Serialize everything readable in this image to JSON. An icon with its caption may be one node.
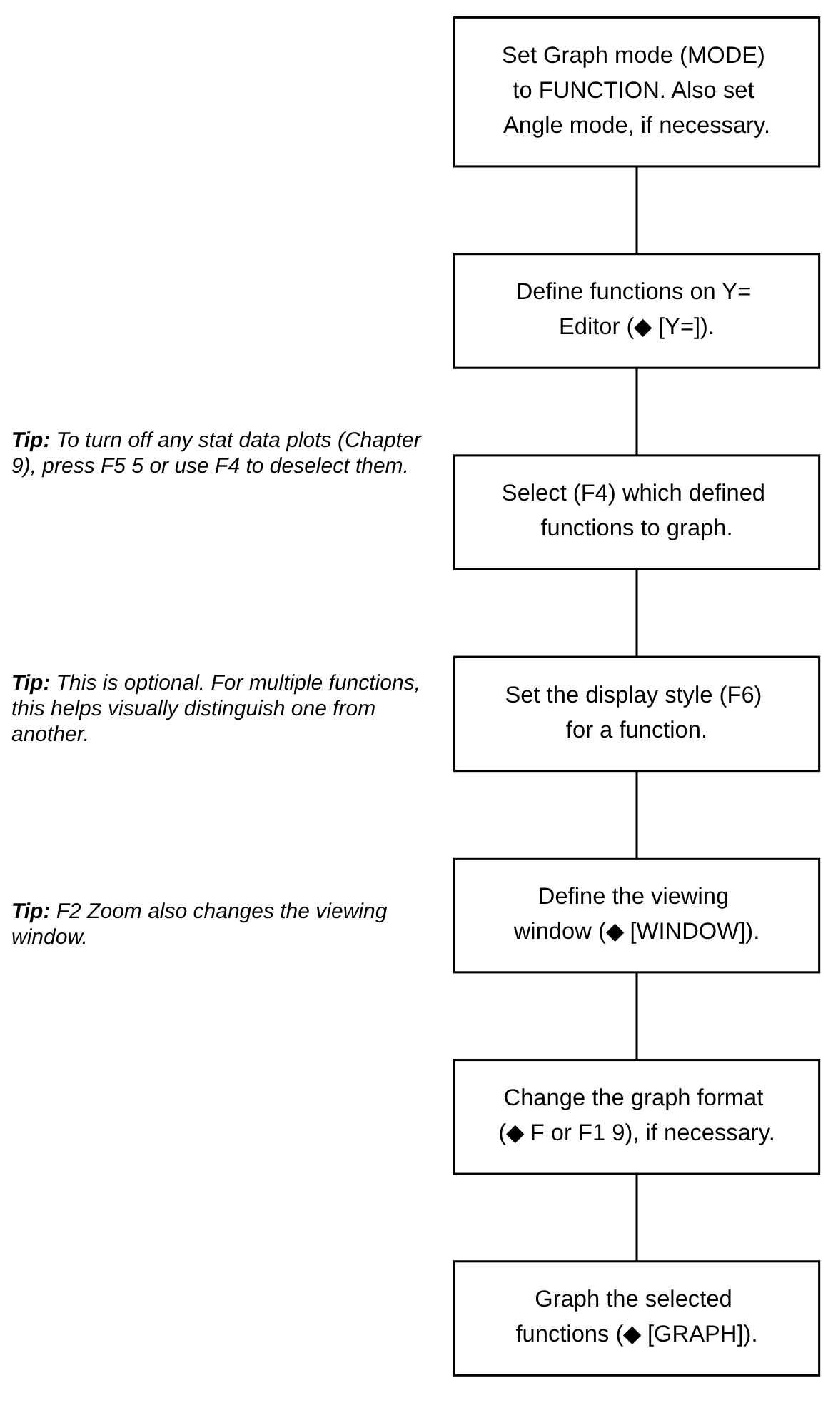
{
  "diagram": {
    "nodes": [
      {
        "text": [
          "Set Graph mode (MODE) to FUNCTION. Also set Angle mode, if necessary."
        ]
      },
      {
        "text": [
          "Define functions on Y= Editor (◆ [Y=])."
        ]
      },
      {
        "text": [
          "Select (F4) which defined functions to graph."
        ]
      },
      {
        "text": [
          "Set the display style (F6) for a function."
        ]
      },
      {
        "text": [
          "Define the viewing window (◆ [WINDOW])."
        ]
      },
      {
        "text": [
          "Change the graph format (◆ F or F1 9), if necessary."
        ]
      },
      {
        "text": [
          "Graph the selected functions (◆ [GRAPH])."
        ]
      }
    ],
    "edges": [
      {
        "from": 0,
        "to": 1,
        "arrow": "none"
      },
      {
        "from": 1,
        "to": 2,
        "arrow": "none"
      },
      {
        "from": 2,
        "to": 3,
        "arrow": "none"
      },
      {
        "from": 3,
        "to": 4,
        "arrow": "none"
      },
      {
        "from": 4,
        "to": 5,
        "arrow": "none"
      },
      {
        "from": 5,
        "to": 6,
        "arrow": "none"
      }
    ],
    "labels": [
      "**Tip:** To turn off any stat data plots (Chapter 9), press F5 5 or use F4 to deselect them.",
      "**Tip:** This is optional. For multiple functions, this helps visually distinguish one from another.",
      "**Tip:** F2 Zoom also changes the viewing window."
    ]
  }
}
